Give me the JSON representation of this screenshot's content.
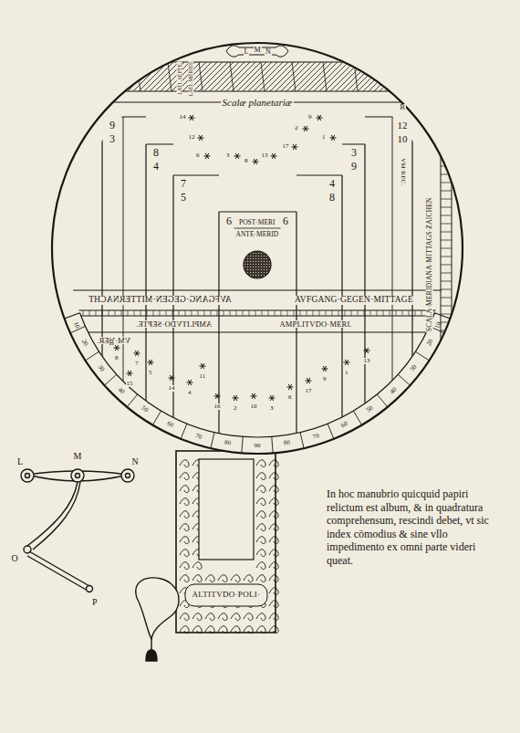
{
  "diagram": {
    "caption": "In hoc manubrio quicquid papiri relictum est album, & in quadratura comprehensum, rescindi debet, vt sic index cōmodius & sine vllo impedimento ex omni parte videri queat.",
    "nodes": [
      {
        "text": [
          "Scalæ planetariæ"
        ]
      },
      {
        "text": [
          "ALTITVDO·POLI·"
        ]
      },
      {
        "text": [
          "POST·MERI",
          "ANTE·MERID"
        ],
        "in": 0
      }
    ],
    "labels": [
      "L",
      "M",
      "N",
      "LATI. SEPTE.",
      "LATI. MERIDI.",
      "9",
      "3",
      "8",
      "4",
      "7",
      "5",
      "6",
      "6",
      "4",
      "8",
      "3",
      "9",
      "12",
      "10",
      "AVFGANG·GEGEN·MITTERNACHT",
      "AVFGANG·GEGEN·MITTAGE",
      "AMPLITVDO·SEPTE.",
      "AMPLITVDO·MERI.",
      "VM·VER.",
      "VM·REC.",
      "SCALA·MERIDIANA·MITTAGS·ZAICHEN",
      "B",
      "B",
      "14",
      "12",
      "6",
      "3",
      "8",
      "13",
      "17",
      "2",
      "9",
      "1",
      "8",
      "7",
      "5",
      "15",
      "14",
      "4",
      "11",
      "16",
      "2",
      "10",
      "3",
      "6",
      "17",
      "9",
      "1",
      "13",
      "L",
      "M",
      "N",
      "O",
      "P",
      "10",
      "20",
      "30",
      "40",
      "50",
      "60",
      "70",
      "80",
      "90",
      "80",
      "70",
      "60",
      "50",
      "40",
      "30",
      "20",
      "10"
    ]
  }
}
